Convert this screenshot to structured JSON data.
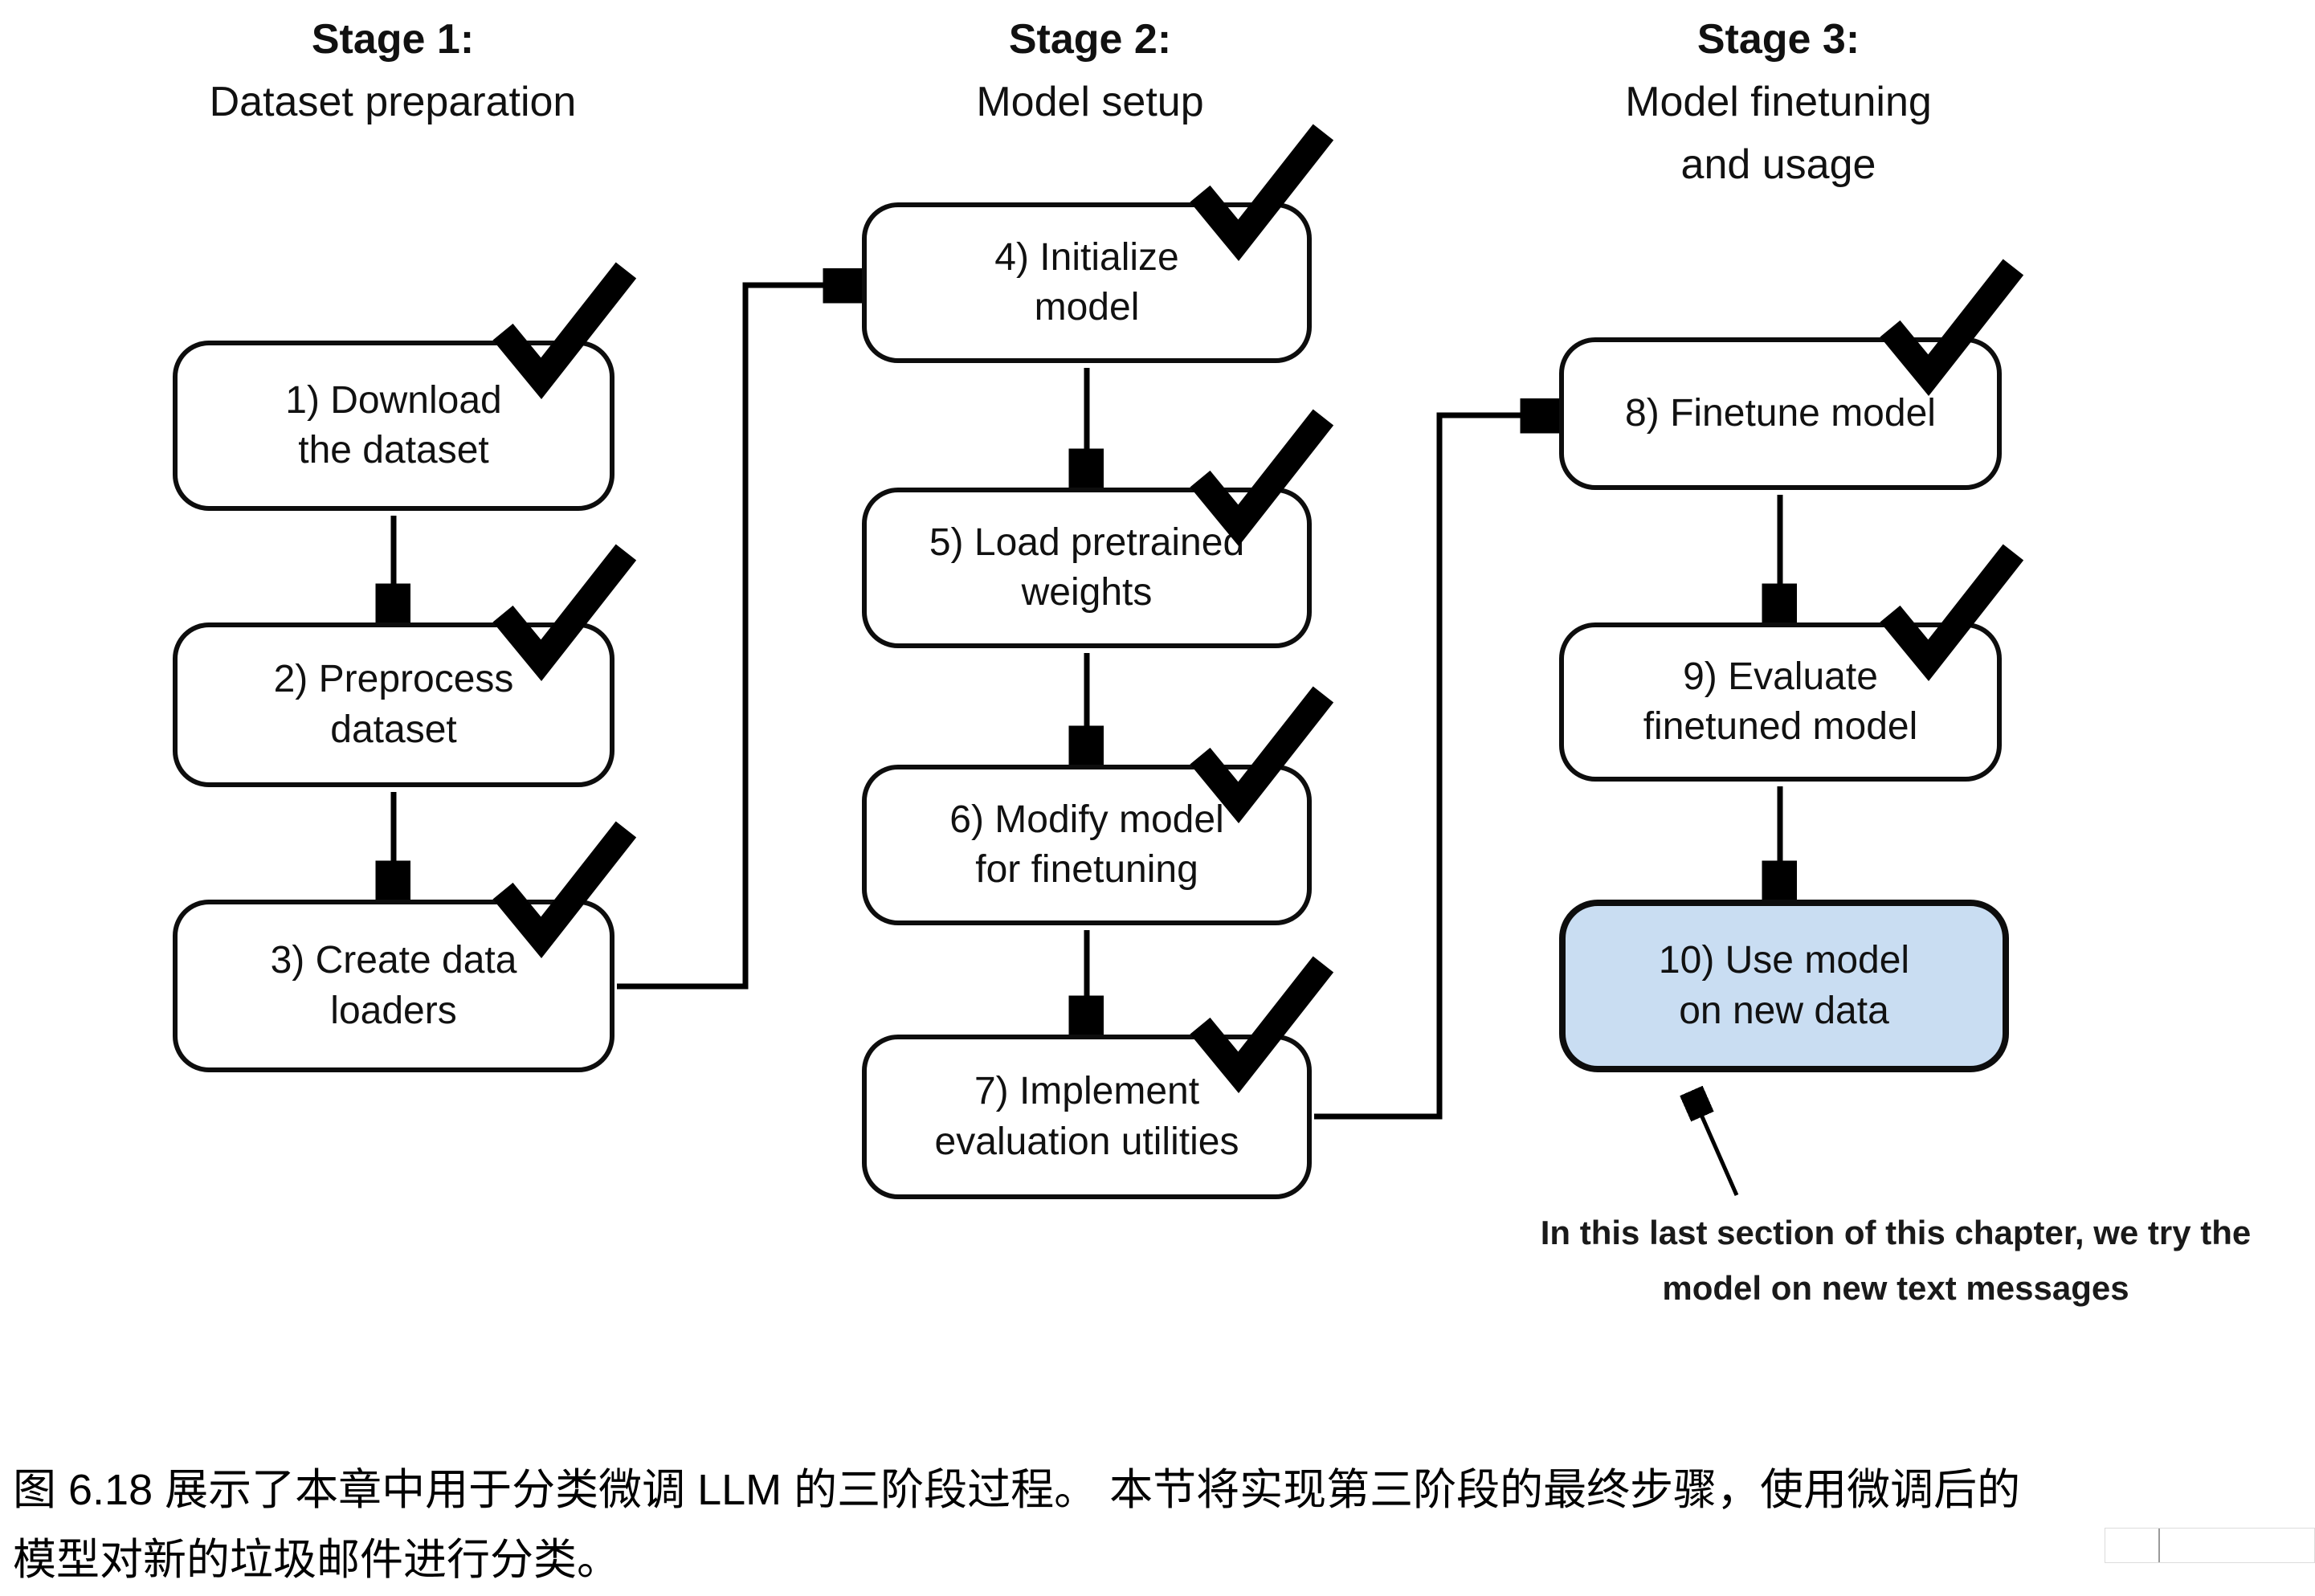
{
  "stages": [
    {
      "title": "Stage 1:",
      "subtitle": "Dataset preparation",
      "boxes": [
        {
          "label": "1) Download\nthe dataset",
          "checked": true
        },
        {
          "label": "2) Preprocess\ndataset",
          "checked": true
        },
        {
          "label": "3) Create data\nloaders",
          "checked": true
        }
      ]
    },
    {
      "title": "Stage 2:",
      "subtitle": "Model setup",
      "boxes": [
        {
          "label": "4) Initialize\nmodel",
          "checked": true
        },
        {
          "label": "5) Load pretrained\nweights",
          "checked": true
        },
        {
          "label": "6) Modify model\nfor finetuning",
          "checked": true
        },
        {
          "label": "7) Implement\nevaluation utilities",
          "checked": true
        }
      ]
    },
    {
      "title": "Stage 3:",
      "subtitle": "Model finetuning\nand usage",
      "boxes": [
        {
          "label": "8) Finetune model",
          "checked": true
        },
        {
          "label": "9) Evaluate\nfinetuned model",
          "checked": true
        },
        {
          "label": "10) Use model\non new data",
          "checked": false,
          "highlighted": true
        }
      ]
    }
  ],
  "annotation": "In this last section of this chapter, we try the\nmodel on new text messages",
  "caption": "图 6.18 展示了本章中用于分类微调 LLM 的三阶段过程。 本节将实现第三阶段的最终步骤，使用微调后的\n模型对新的垃圾邮件进行分类。",
  "colors": {
    "highlight_fill": "#c9ddf2",
    "box_border": "#0d0d0d",
    "check": "#000000"
  }
}
